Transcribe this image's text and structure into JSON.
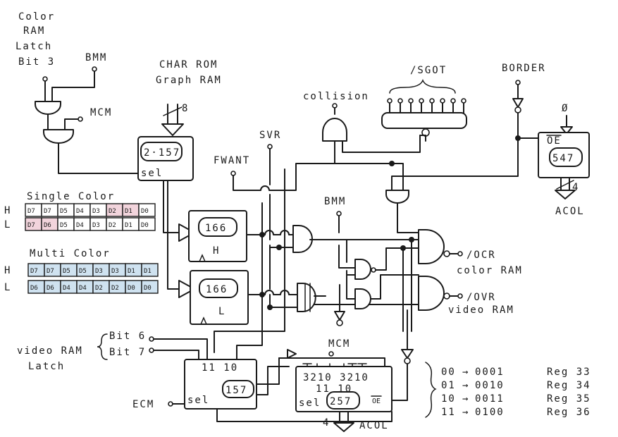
{
  "colors": {
    "ink": "#1a1a1a",
    "pink": "#f2d4dc",
    "blue": "#cfe2f0"
  },
  "labels": {
    "color_ram_latch": [
      "Color",
      "RAM",
      "Latch",
      "Bit 3"
    ],
    "bmm_top": "BMM",
    "mcm_top": "MCM",
    "char_rom": "CHAR ROM",
    "graph_ram": "Graph RAM",
    "bus8": "8",
    "collision": "collision",
    "sgot": "/SGOT",
    "border": "BORDER",
    "phi0": "Ø",
    "oe547": "OE",
    "chip547": "547",
    "bus4_top": "4",
    "acol_top": "ACOL",
    "svr": "SVR",
    "fwant": "FWANT",
    "chip2157": "2·157",
    "sel": "sel",
    "bmm_mid": "BMM",
    "chip166_h": "166",
    "h_label": "H",
    "chip166_l": "166",
    "l_label": "L",
    "ocr": "/OCR",
    "color_ram": "color RAM",
    "ovr": "/OVR",
    "video_ram": "video RAM",
    "single_color": "Single Color",
    "multi_color": "Multi Color",
    "row_h": "H",
    "row_l": "L",
    "video_ram_latch": [
      "video RAM",
      "Latch"
    ],
    "bit6": "Bit 6",
    "bit7": "Bit 7",
    "ecm": "ECM",
    "mcm_bottom": "MCM",
    "chip157_pins": "11   10",
    "chip157": "157",
    "chip257_pins_a": "3210  3210",
    "chip257_pins_b": "11     10",
    "chip257": "257",
    "oe257": "OE",
    "bus4_bottom": "4",
    "acol_bottom": "ACOL"
  },
  "single_color": {
    "h": [
      "D7",
      "D7",
      "D5",
      "D4",
      "D3",
      "D2",
      "D1",
      "D0"
    ],
    "l": [
      "D7",
      "D6",
      "D5",
      "D4",
      "D3",
      "D2",
      "D1",
      "D0"
    ]
  },
  "multi_color": {
    "h": [
      "D7",
      "D7",
      "D5",
      "D5",
      "D3",
      "D3",
      "D1",
      "D1"
    ],
    "l": [
      "D6",
      "D6",
      "D4",
      "D4",
      "D2",
      "D2",
      "D0",
      "D0"
    ]
  },
  "register_table": [
    {
      "code": "00",
      "arrow": "→",
      "value": "0001",
      "reg": "Reg 33"
    },
    {
      "code": "01",
      "arrow": "→",
      "value": "0010",
      "reg": "Reg 34"
    },
    {
      "code": "10",
      "arrow": "→",
      "value": "0011",
      "reg": "Reg 35"
    },
    {
      "code": "11",
      "arrow": "→",
      "value": "0100",
      "reg": "Reg 36"
    }
  ]
}
